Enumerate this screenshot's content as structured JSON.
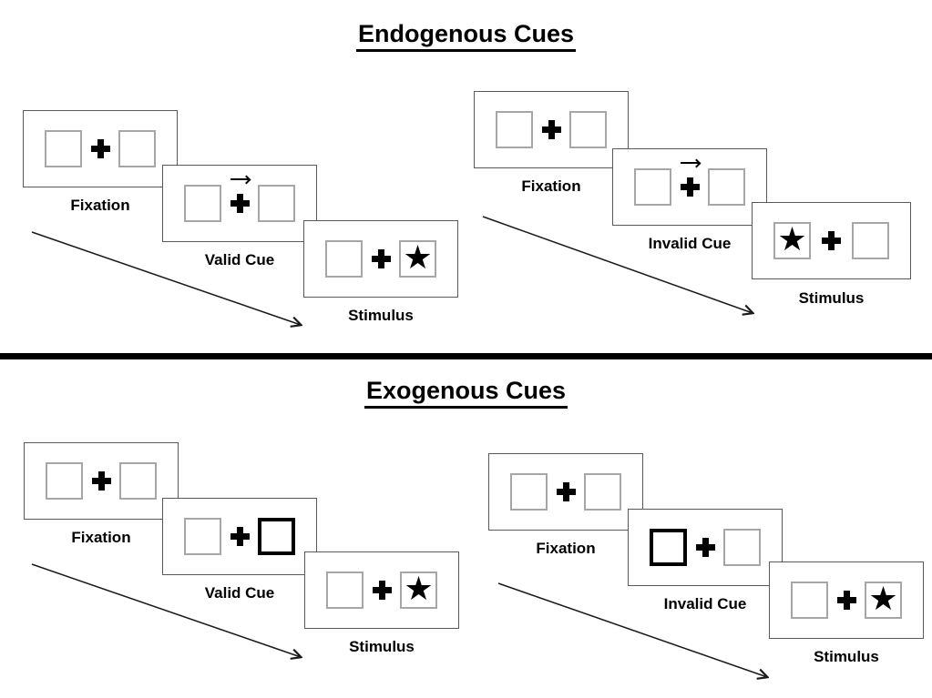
{
  "sections": [
    {
      "title": "Endogenous Cues",
      "groups": [
        {
          "name": "valid-cue-trial",
          "panels": [
            {
              "label": "Fixation",
              "left": "empty",
              "right": "empty",
              "arrow": false
            },
            {
              "label": "Valid Cue",
              "left": "empty",
              "right": "empty",
              "arrow": true
            },
            {
              "label": "Stimulus",
              "left": "empty",
              "right": "star",
              "arrow": false
            }
          ]
        },
        {
          "name": "invalid-cue-trial",
          "panels": [
            {
              "label": "Fixation",
              "left": "empty",
              "right": "empty",
              "arrow": false
            },
            {
              "label": "Invalid Cue",
              "left": "empty",
              "right": "empty",
              "arrow": true
            },
            {
              "label": "Stimulus",
              "left": "star",
              "right": "empty",
              "arrow": false
            }
          ]
        }
      ]
    },
    {
      "title": "Exogenous Cues",
      "groups": [
        {
          "name": "valid-cue-trial",
          "panels": [
            {
              "label": "Fixation",
              "left": "empty",
              "right": "empty",
              "arrow": false
            },
            {
              "label": "Valid Cue",
              "left": "empty",
              "right": "cued",
              "arrow": false
            },
            {
              "label": "Stimulus",
              "left": "empty",
              "right": "star",
              "arrow": false
            }
          ]
        },
        {
          "name": "invalid-cue-trial",
          "panels": [
            {
              "label": "Fixation",
              "left": "empty",
              "right": "empty",
              "arrow": false
            },
            {
              "label": "Invalid Cue",
              "left": "cued",
              "right": "empty",
              "arrow": false
            },
            {
              "label": "Stimulus",
              "left": "empty",
              "right": "star",
              "arrow": false
            }
          ]
        }
      ]
    }
  ],
  "icons": {
    "star_icon": "★",
    "fixation_cross_icon": "css-heavy-cross",
    "cue_arrow_icon": "css-right-arrow",
    "timeline_arrow_icon": "diagonal-line-open-chevron"
  },
  "colors": {
    "box_border": "#a6a6a6",
    "panel_border": "#595959",
    "cue_highlight": "#000000",
    "symbol": "#000000",
    "divider": "#000000",
    "background": "#ffffff"
  }
}
